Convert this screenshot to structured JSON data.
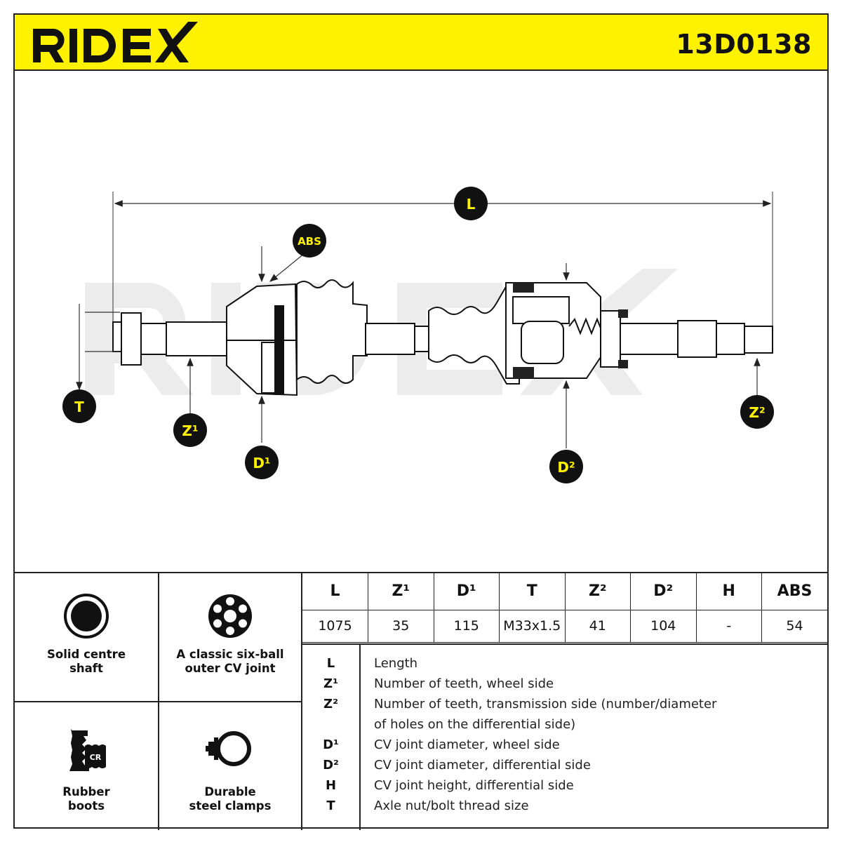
{
  "brand": {
    "logo_text": "RIDEX",
    "accent_color": "#fff200"
  },
  "product": {
    "code": "13D0138"
  },
  "diagram": {
    "labels": {
      "L": "L",
      "ABS": "ABS",
      "T": "T",
      "Z1": "Z¹",
      "D1": "D¹",
      "D2": "D²",
      "Z2": "Z²"
    },
    "watermark": "RIDEX"
  },
  "features": [
    {
      "label": "Solid centre\nshaft",
      "icon": "solid-shaft-icon"
    },
    {
      "label": "A classic six-ball\nouter CV joint",
      "icon": "six-ball-joint-icon"
    },
    {
      "label": "Rubber\nboots",
      "icon": "rubber-boot-icon",
      "badge": "CR"
    },
    {
      "label": "Durable\nsteel clamps",
      "icon": "steel-clamp-icon"
    }
  ],
  "specs": {
    "headers": [
      "L",
      "Z¹",
      "D¹",
      "T",
      "Z²",
      "D²",
      "H",
      "ABS"
    ],
    "values": [
      "1075",
      "35",
      "115",
      "M33x1.5",
      "41",
      "104",
      "-",
      "54"
    ]
  },
  "legend": [
    {
      "key": "L",
      "desc": "Length"
    },
    {
      "key": "Z¹",
      "desc": "Number of teeth, wheel side"
    },
    {
      "key": "Z²",
      "desc": "Number of teeth, transmission side (number/diameter\nof holes on the differential side)"
    },
    {
      "key": "D¹",
      "desc": "CV joint diameter, wheel side"
    },
    {
      "key": "D²",
      "desc": "CV joint diameter, differential side"
    },
    {
      "key": "H",
      "desc": "CV joint height, differential side"
    },
    {
      "key": "T",
      "desc": "Axle nut/bolt thread size"
    }
  ]
}
